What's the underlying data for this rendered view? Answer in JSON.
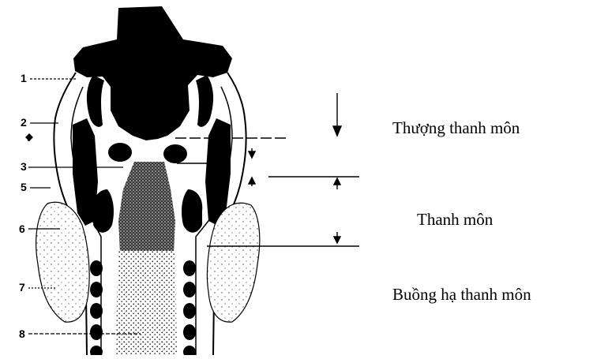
{
  "diagram": {
    "markers": [
      "1",
      "2",
      "3",
      "5",
      "6",
      "7",
      "8"
    ],
    "regions": {
      "supraglottis": "Thượng thanh môn",
      "glottis": "Thanh môn",
      "subglottis": "Buồng hạ thanh môn"
    }
  }
}
